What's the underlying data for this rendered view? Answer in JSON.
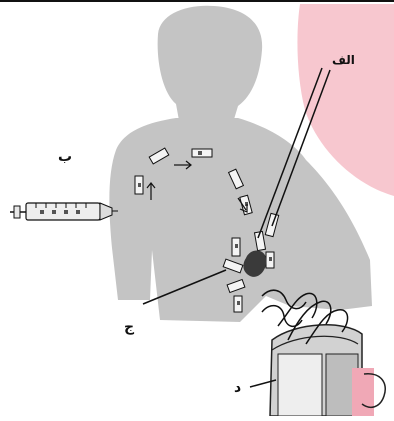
{
  "labels": {
    "alef": "الف",
    "b": "ب",
    "j": "ج",
    "d": "د"
  },
  "colors": {
    "body_silhouette": "#c4c4c4",
    "pink_glow": "#f5c2cb",
    "capsule_fill": "#f4f4f4",
    "capsule_dark": "#555555",
    "lesion": "#333333",
    "line": "#111111"
  }
}
